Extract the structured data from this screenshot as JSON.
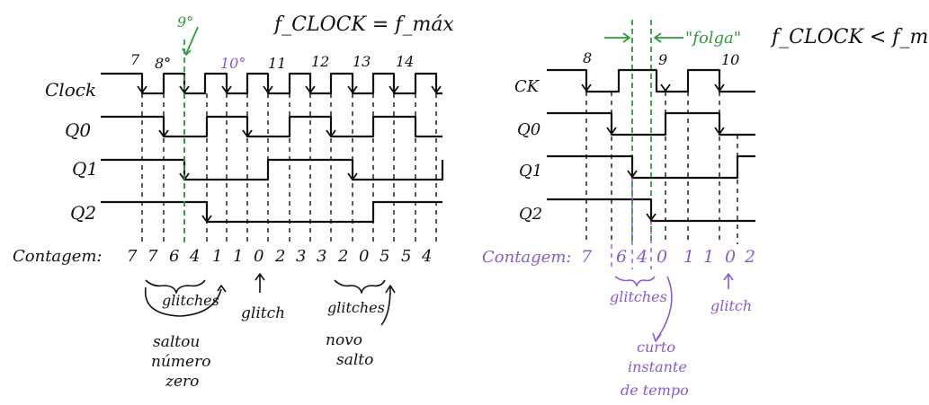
{
  "left": {
    "title": "f_CLOCK = f_máx",
    "signal_labels": [
      "Clock",
      "Q0",
      "Q1",
      "Q2"
    ],
    "clock_numbers": [
      "7",
      "8°",
      "9°",
      "10°",
      "11",
      "12",
      "13",
      "14"
    ],
    "count_label": "Contagem:",
    "counts": [
      "7",
      "7",
      "6",
      "4",
      "1",
      "1",
      "0",
      "2",
      "3",
      "3",
      "2",
      "0",
      "5",
      "5",
      "4"
    ],
    "notes": {
      "glitches_1": "glitches",
      "glitch": "glitch",
      "glitches_2": "glitches",
      "saltou": "saltou",
      "numero": "número",
      "zero": "zero",
      "novo": "novo",
      "salto": "salto"
    },
    "colors": {
      "ink": "#111111",
      "green": "#2f9a3a",
      "purple": "#8a5ad0"
    }
  },
  "right": {
    "title": "f_CLOCK < f_máx",
    "slack_label": "\"folga\"",
    "signal_labels": [
      "CK",
      "Q0",
      "Q1",
      "Q2"
    ],
    "clock_numbers": [
      "8",
      "9",
      "10"
    ],
    "count_label": "Contagem:",
    "counts": [
      "7",
      "6",
      "4",
      "0",
      "1",
      "1",
      "0",
      "2"
    ],
    "notes": {
      "glitches": "glitches",
      "glitch": "glitch",
      "curto": "curto",
      "instante": "instante",
      "de_tempo": "de tempo"
    }
  }
}
